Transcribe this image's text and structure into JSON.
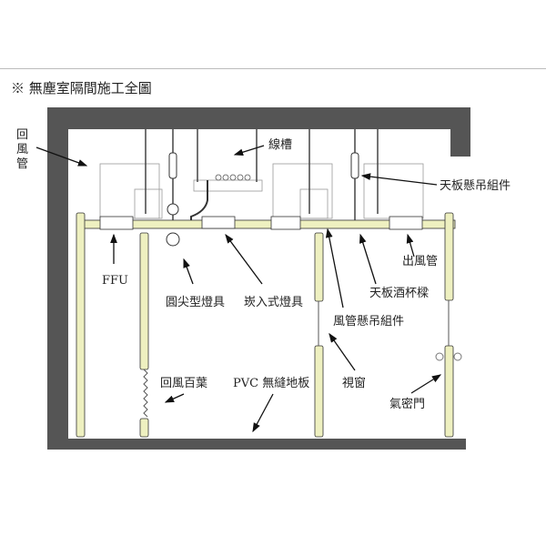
{
  "title": "※ 無塵室隔間施工全圖",
  "labels": {
    "return_duct": [
      "回",
      "風",
      "管"
    ],
    "cable_tray": "線槽",
    "ceiling_hanger": "天板懸吊組件",
    "outlet_duct": "出風管",
    "ffu": "FFU",
    "round_lamp": "圓尖型燈具",
    "recessed_lamp": "崁入式燈具",
    "ceiling_beam": "天板酒杯樑",
    "duct_hanger": "風管懸吊組件",
    "return_louver": "回風百葉",
    "pvc_floor": "PVC 無縫地板",
    "window": "視窗",
    "airtight_door": "氣密門"
  },
  "colors": {
    "wall": "#555555",
    "panel": "#eef0c0",
    "line": "#333333"
  }
}
